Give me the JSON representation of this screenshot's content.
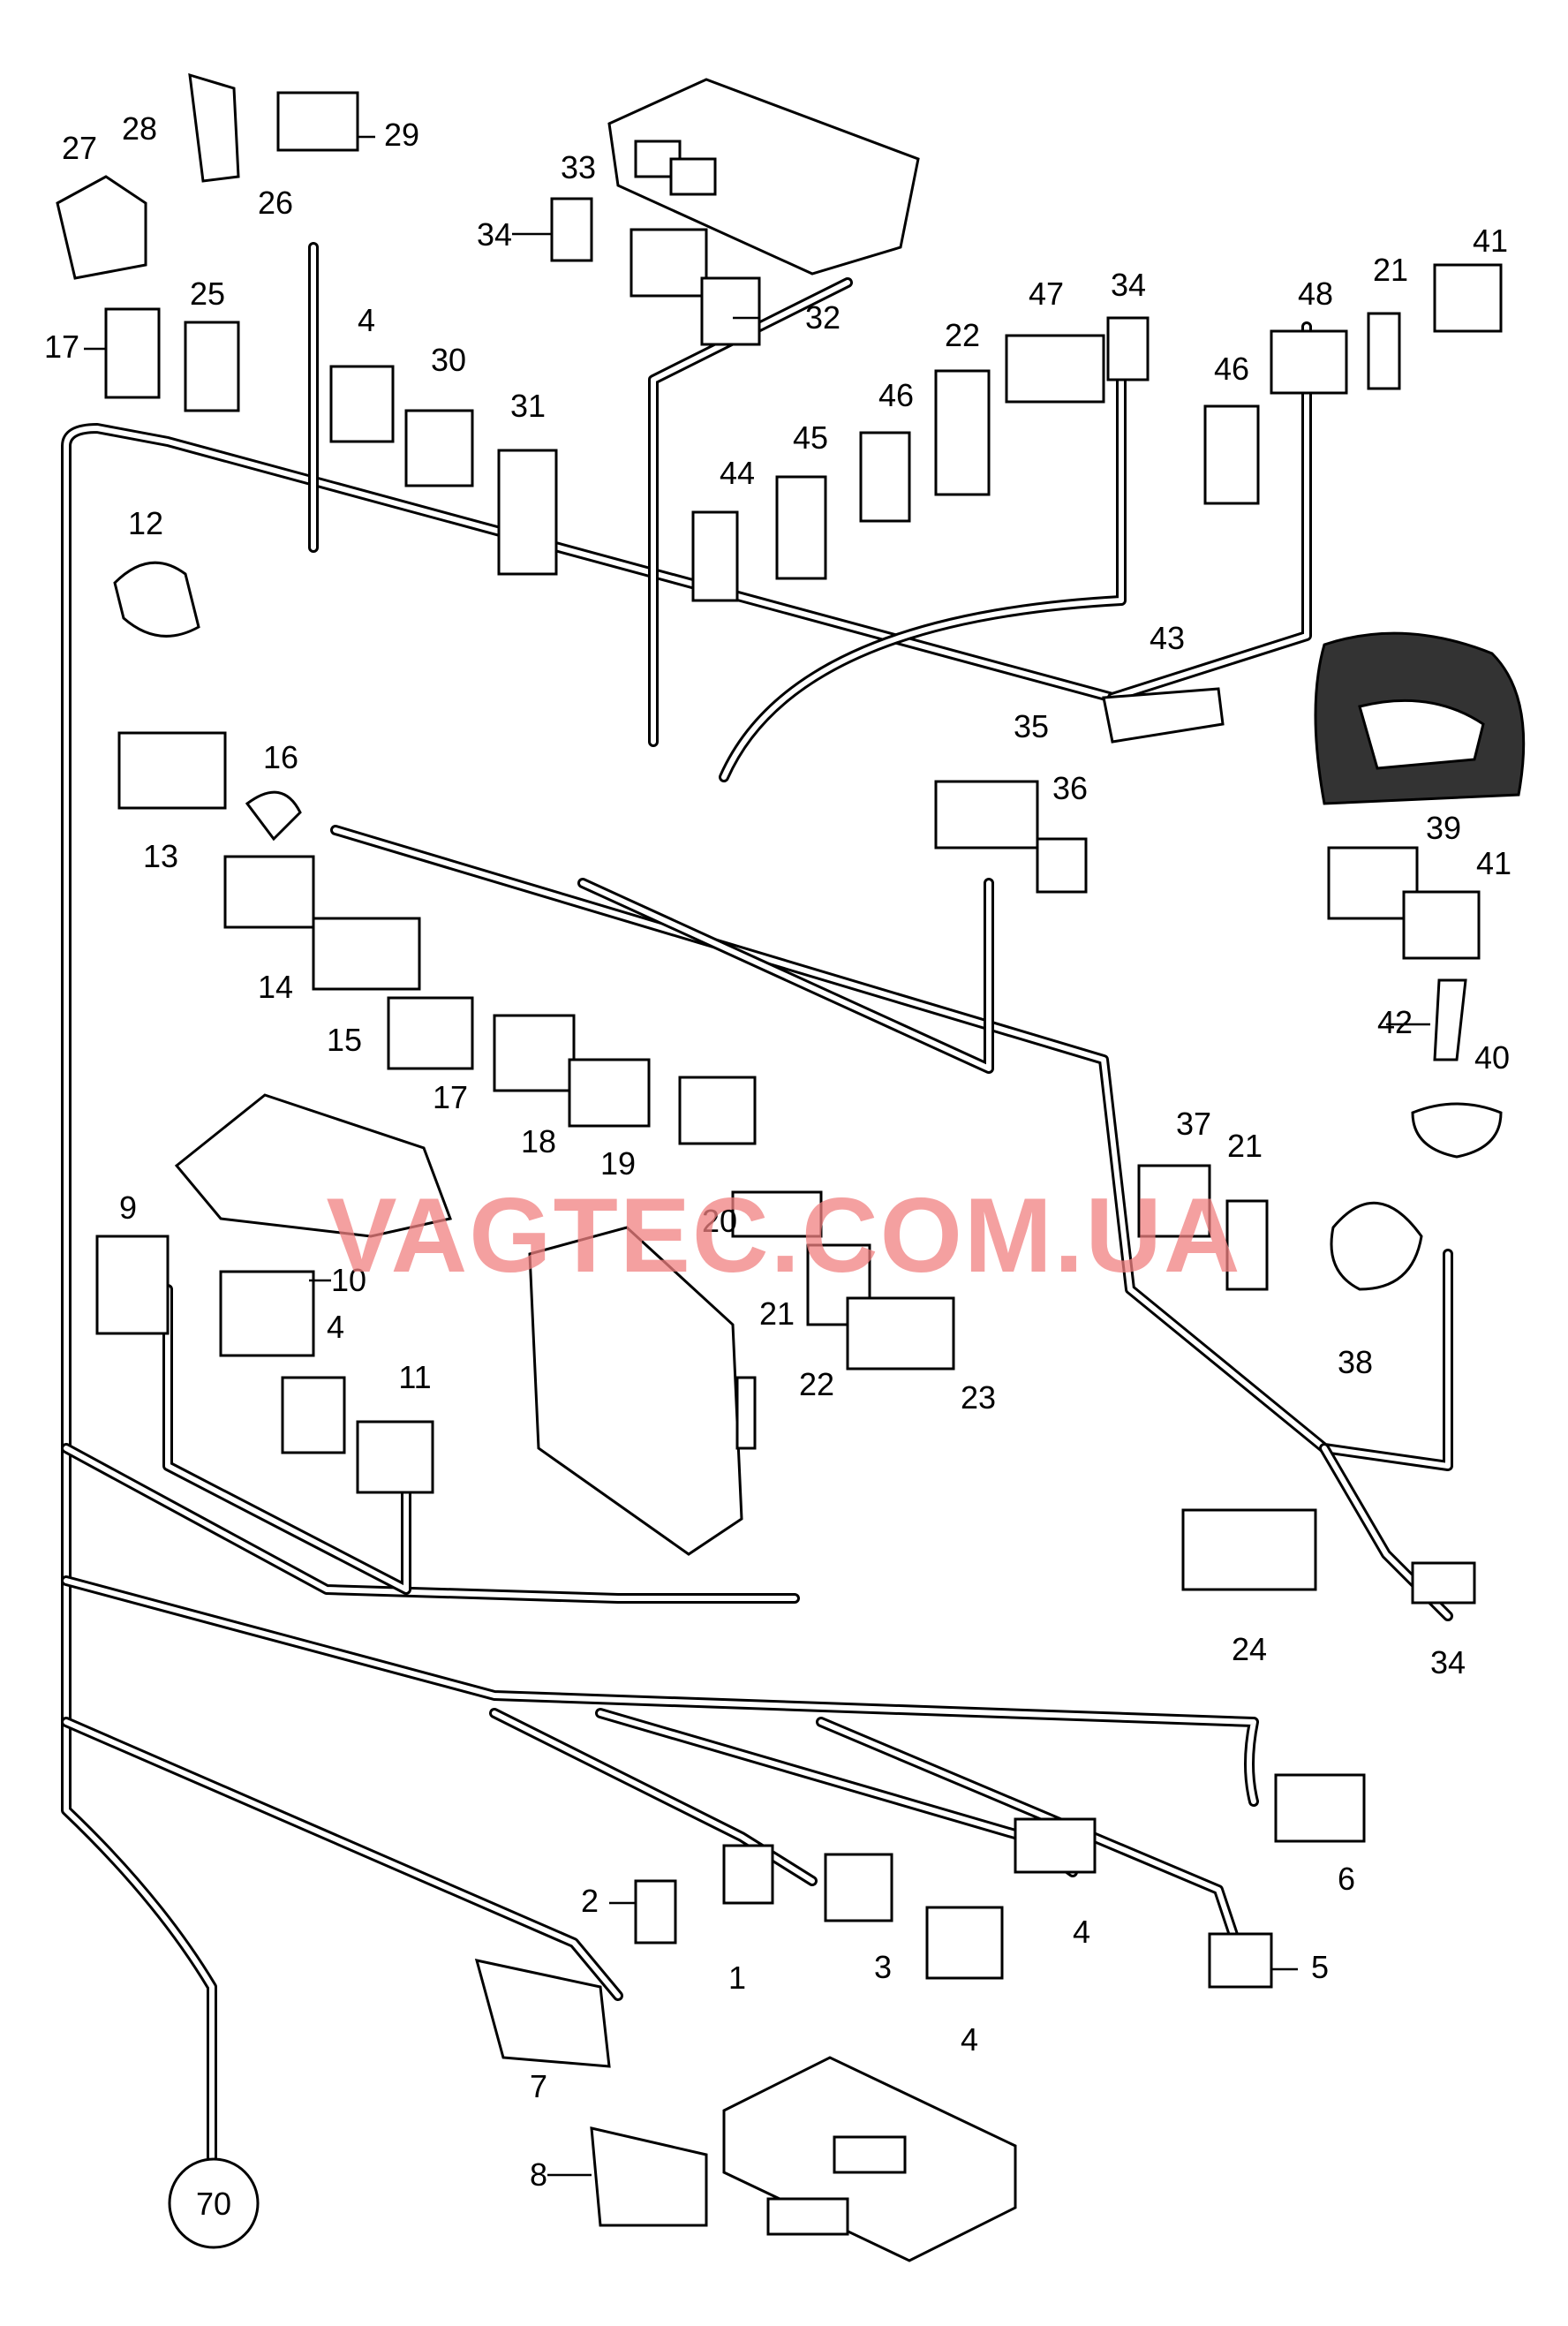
{
  "watermark": "VAGTEC.COM.UA",
  "reference_circle": "70",
  "callouts": {
    "c1": "1",
    "c2": "2",
    "c3": "3",
    "c4a": "4",
    "c4b": "4",
    "c4c": "4",
    "c4d": "4",
    "c5": "5",
    "c6": "6",
    "c7": "7",
    "c8": "8",
    "c9": "9",
    "c10": "10",
    "c11": "11",
    "c12": "12",
    "c13": "13",
    "c14": "14",
    "c15": "15",
    "c16": "16",
    "c17a": "17",
    "c17b": "17",
    "c18": "18",
    "c19": "19",
    "c20": "20",
    "c21a": "21",
    "c21b": "21",
    "c21c": "21",
    "c22a": "22",
    "c22b": "22",
    "c23": "23",
    "c24": "24",
    "c25": "25",
    "c26": "26",
    "c27": "27",
    "c28": "28",
    "c29": "29",
    "c30": "30",
    "c31": "31",
    "c32": "32",
    "c33": "33",
    "c34a": "34",
    "c34b": "34",
    "c34c": "34",
    "c35": "35",
    "c36": "36",
    "c37": "37",
    "c38": "38",
    "c39": "39",
    "c40": "40",
    "c41a": "41",
    "c41b": "41",
    "c42": "42",
    "c43": "43",
    "c44": "44",
    "c45": "45",
    "c46a": "46",
    "c46b": "46",
    "c47": "47",
    "c48": "48"
  }
}
